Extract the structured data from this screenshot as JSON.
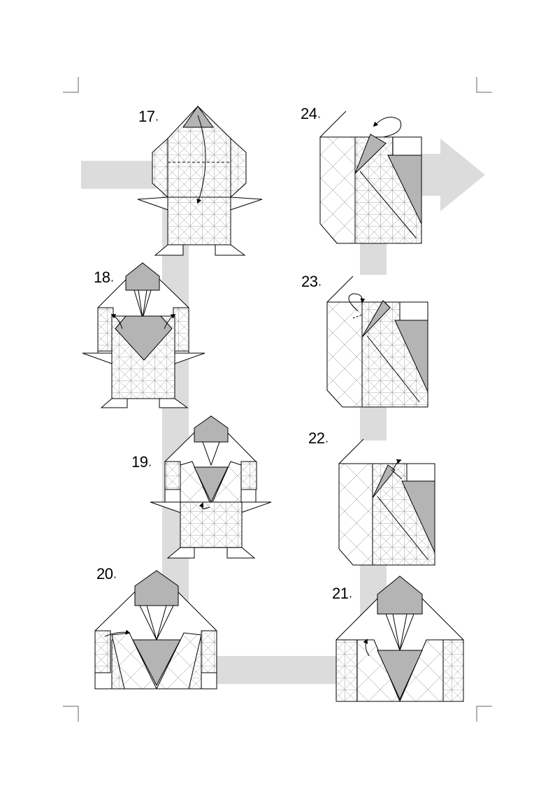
{
  "colors": {
    "flow_band": "#dcdcdc",
    "fill_dark": "#b4b4b4",
    "line": "#000000",
    "paper": "#ffffff"
  },
  "steps": [
    {
      "number": "17",
      "mark": "+"
    },
    {
      "number": "18",
      "mark": "+"
    },
    {
      "number": "19",
      "mark": "+"
    },
    {
      "number": "20",
      "mark": "+"
    },
    {
      "number": "21",
      "mark": "+"
    },
    {
      "number": "22",
      "mark": "+"
    },
    {
      "number": "23",
      "mark": "+"
    },
    {
      "number": "24",
      "mark": "+"
    }
  ]
}
